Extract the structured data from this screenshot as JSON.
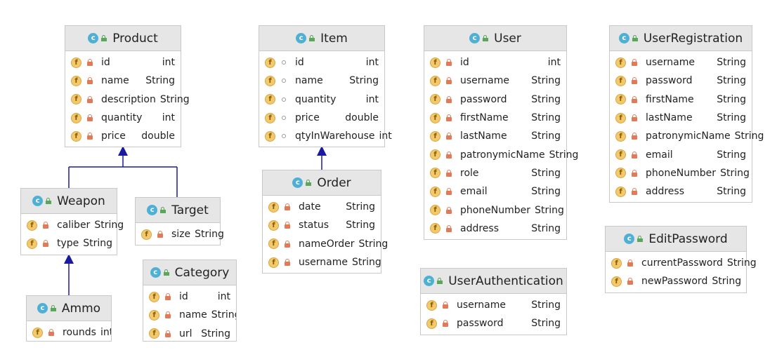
{
  "classes": {
    "product": {
      "name": "Product",
      "fields": [
        {
          "name": "id",
          "type": "int"
        },
        {
          "name": "name",
          "type": "String"
        },
        {
          "name": "description",
          "type": "String"
        },
        {
          "name": "quantity",
          "type": "int"
        },
        {
          "name": "price",
          "type": "double"
        }
      ]
    },
    "item": {
      "name": "Item",
      "fields": [
        {
          "name": "id",
          "type": "int"
        },
        {
          "name": "name",
          "type": "String"
        },
        {
          "name": "quantity",
          "type": "int"
        },
        {
          "name": "price",
          "type": "double"
        },
        {
          "name": "qtyInWarehouse",
          "type": "int"
        }
      ]
    },
    "user": {
      "name": "User",
      "fields": [
        {
          "name": "id",
          "type": "int"
        },
        {
          "name": "username",
          "type": "String"
        },
        {
          "name": "password",
          "type": "String"
        },
        {
          "name": "firstName",
          "type": "String"
        },
        {
          "name": "lastName",
          "type": "String"
        },
        {
          "name": "patronymicName",
          "type": "String"
        },
        {
          "name": "role",
          "type": "String"
        },
        {
          "name": "email",
          "type": "String"
        },
        {
          "name": "phoneNumber",
          "type": "String"
        },
        {
          "name": "address",
          "type": "String"
        }
      ]
    },
    "userRegistration": {
      "name": "UserRegistration",
      "fields": [
        {
          "name": "username",
          "type": "String"
        },
        {
          "name": "password",
          "type": "String"
        },
        {
          "name": "firstName",
          "type": "String"
        },
        {
          "name": "lastName",
          "type": "String"
        },
        {
          "name": "patronymicName",
          "type": "String"
        },
        {
          "name": "email",
          "type": "String"
        },
        {
          "name": "phoneNumber",
          "type": "String"
        },
        {
          "name": "address",
          "type": "String"
        }
      ]
    },
    "weapon": {
      "name": "Weapon",
      "fields": [
        {
          "name": "caliber",
          "type": "String"
        },
        {
          "name": "type",
          "type": "String"
        }
      ]
    },
    "target": {
      "name": "Target",
      "fields": [
        {
          "name": "size",
          "type": "String"
        }
      ]
    },
    "order": {
      "name": "Order",
      "fields": [
        {
          "name": "date",
          "type": "String"
        },
        {
          "name": "status",
          "type": "String"
        },
        {
          "name": "nameOrder",
          "type": "String"
        },
        {
          "name": "username",
          "type": "String"
        }
      ]
    },
    "category": {
      "name": "Category",
      "fields": [
        {
          "name": "id",
          "type": "int"
        },
        {
          "name": "name",
          "type": "String"
        },
        {
          "name": "url",
          "type": "String"
        }
      ]
    },
    "ammo": {
      "name": "Ammo",
      "fields": [
        {
          "name": "rounds",
          "type": "int"
        }
      ]
    },
    "editPassword": {
      "name": "EditPassword",
      "fields": [
        {
          "name": "currentPassword",
          "type": "String"
        },
        {
          "name": "newPassword",
          "type": "String"
        }
      ]
    },
    "userAuthentication": {
      "name": "UserAuthentication",
      "fields": [
        {
          "name": "username",
          "type": "String"
        },
        {
          "name": "password",
          "type": "String"
        }
      ]
    }
  },
  "icons": {
    "class_icon_letter": "c",
    "field_icon_letter": "f"
  },
  "colors": {
    "class_icon": "#4fb0d6",
    "field_icon": "#f2c96d",
    "private_lock": "#e27a58",
    "arrow": "#1a1aa0"
  }
}
